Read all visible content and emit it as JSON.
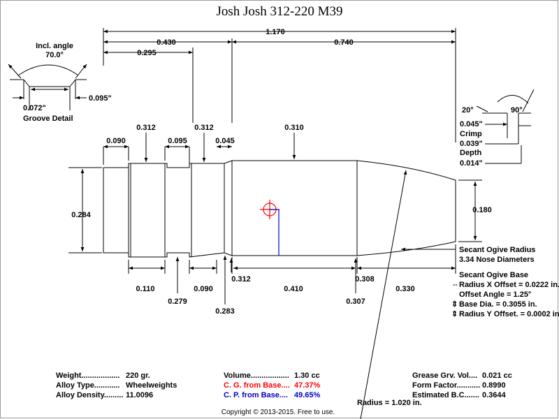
{
  "title": "Josh    Josh 312-220 M39",
  "dims": {
    "overall": "1.170",
    "front": "0.430",
    "nose": "0.740",
    "groove_pos": "0.295",
    "d_base_len": "0.090",
    "d_groove1": "0.312",
    "d_groove_w": "0.095",
    "d_groove2": "0.312",
    "d_crimp_len": "0.045",
    "d_body": "0.310",
    "d_base_dia": "0.284",
    "d_meplat": "0.180",
    "d_band1": "0.110",
    "d_neck": "0.279",
    "d_band2": "0.090",
    "d_lower": "0.283",
    "d_bearing_dia": "0.312",
    "d_body_len": "0.410",
    "d_ogive_start": "0.308",
    "d_ogive_base": "0.307",
    "d_nose_len": "0.330"
  },
  "groove_detail": {
    "incl_label": "Incl. angle",
    "incl_value": "70.0°",
    "width_bottom": "0.072\"",
    "width_top": "0.095\"",
    "caption": "Groove Detail"
  },
  "crimp_detail": {
    "angle1": "20°",
    "angle2": "90°",
    "len": "0.045\"",
    "label": "Crimp",
    "depth_val": "0.039\"",
    "depth_label": "Depth",
    "extra": "0.014\""
  },
  "ogive": {
    "line1": "Secant Ogive Radius",
    "line2": "3.34  Nose Diameters",
    "base_title": "Secant Ogive Base",
    "x_offset": "Radius X Offset = 0.0222 in.",
    "angle": "Offset Angle = 1.25°",
    "base_dia": "Base Dia. = 0.3055 in.",
    "y_offset": "Radius Y Offset. = 0.0002 in.",
    "radius": "Radius = 1.020 in."
  },
  "specs": {
    "weight_label": "Weight..................",
    "weight_value": "220 gr.",
    "alloy_label": "Alloy Type............",
    "alloy_value": "Wheelweights",
    "density_label": "Alloy Density.........",
    "density_value": "11.0096",
    "volume_label": "Volume..................",
    "volume_value": "1.30 cc",
    "cg_label": "C. G. from Base....",
    "cg_value": "47.37%",
    "cp_label": "C. P. from Base....",
    "cp_value": "49.65%",
    "grease_label": "Grease Grv. Vol....",
    "grease_value": "0.021 cc",
    "form_label": "Form Factor...........",
    "form_value": "0.8990",
    "bc_label": "Estimated B.C.......",
    "bc_value": "0.3644"
  },
  "colors": {
    "cg": "#ff0000",
    "cp": "#0000cc",
    "frame": "#9a9a9a"
  },
  "copyright": "Copyright © 2013-2015. Free to use."
}
